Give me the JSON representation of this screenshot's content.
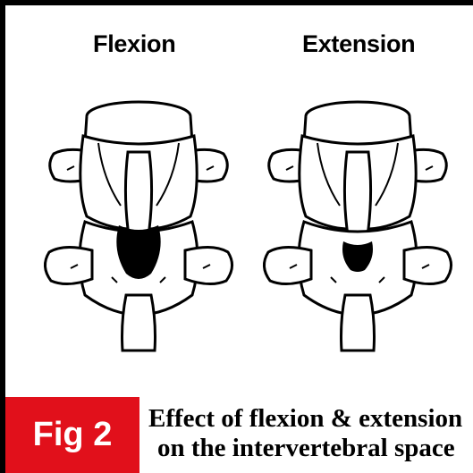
{
  "labels": {
    "flexion": "Flexion",
    "extension": "Extension"
  },
  "badge": {
    "text": "Fig 2",
    "color": "#e1101b"
  },
  "caption": {
    "line1": "Effect of flexion & extension",
    "line2": "on the intervertebral space"
  },
  "icons": [
    "vertebra-pair-flexion-drawing",
    "vertebra-pair-extension-drawing"
  ]
}
